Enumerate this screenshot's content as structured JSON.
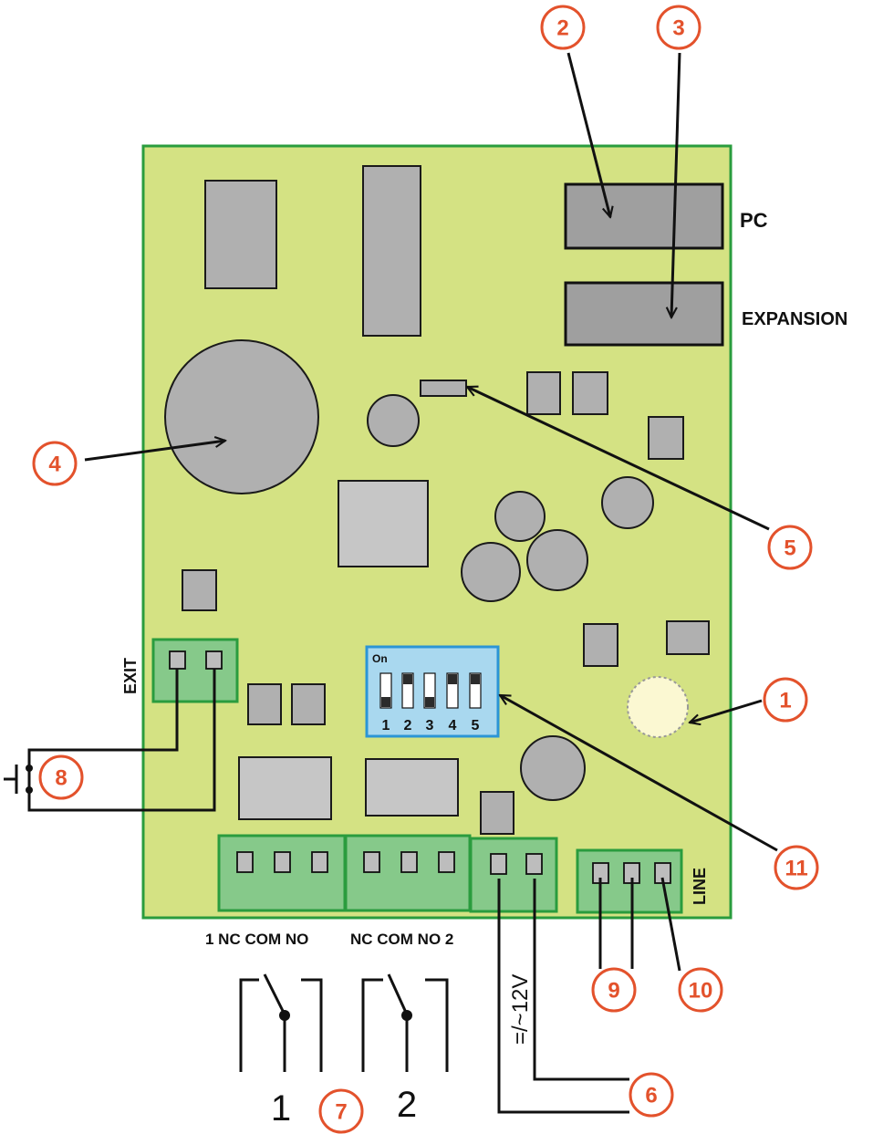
{
  "labels": {
    "pc": "PC",
    "expansion": "EXPANSION",
    "exit": "EXIT",
    "line": "LINE",
    "relay1_pins": "1 NC COM NO",
    "relay2_pins": "NC COM NO 2",
    "power": "=/~12V",
    "relay1_number": "1",
    "relay2_number": "2",
    "dip_on": "On",
    "dip_numbers": [
      "1",
      "2",
      "3",
      "4",
      "5"
    ]
  },
  "callouts": [
    "1",
    "2",
    "3",
    "4",
    "5",
    "6",
    "7",
    "8",
    "9",
    "10",
    "11"
  ],
  "colors": {
    "board": "#d4e283",
    "board_border": "#2a9c3e",
    "terminal": "#86c98a",
    "component": "#b0b0b0",
    "callout": "#e3522c",
    "dip_switch": "#a9d8ef",
    "led": "#fbf8d2"
  },
  "icons": {
    "exit_button": "push-button-icon",
    "relay_contacts": "switch-contact-icon"
  }
}
